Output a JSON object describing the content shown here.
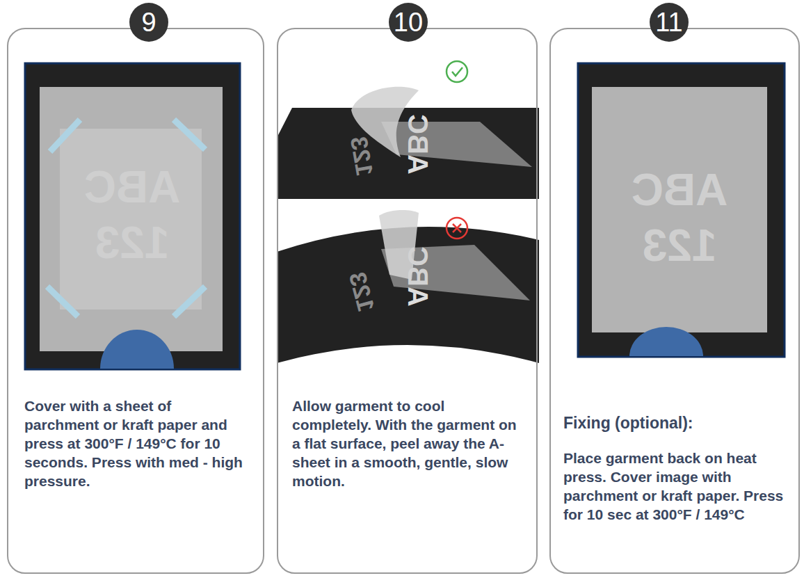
{
  "diagram": {
    "nodes": [
      {
        "text": [
          "Cover with a sheet of parchment or kraft paper and press at 300°F / 149°C for 10 seconds. Press with med - high pressure."
        ]
      },
      {
        "text": [
          "9"
        ],
        "in": 0
      },
      {
        "text": [
          "Allow garment to cool completely. With the garment on a flat surface, peel away the A-sheet in a smooth, gentle, slow motion."
        ]
      },
      {
        "text": [
          "10"
        ],
        "in": 2
      },
      {
        "text": [
          "Fixing (optional):",
          "Place garment back on heat press. Cover image with parchment or kraft paper. Press for 10 sec at 300°F / 149°C"
        ]
      },
      {
        "text": [
          "11"
        ],
        "in": 4
      }
    ],
    "labels": [
      "ABC",
      "123",
      "ABC",
      "123",
      "ABC",
      "123",
      "ABC",
      "123"
    ]
  }
}
